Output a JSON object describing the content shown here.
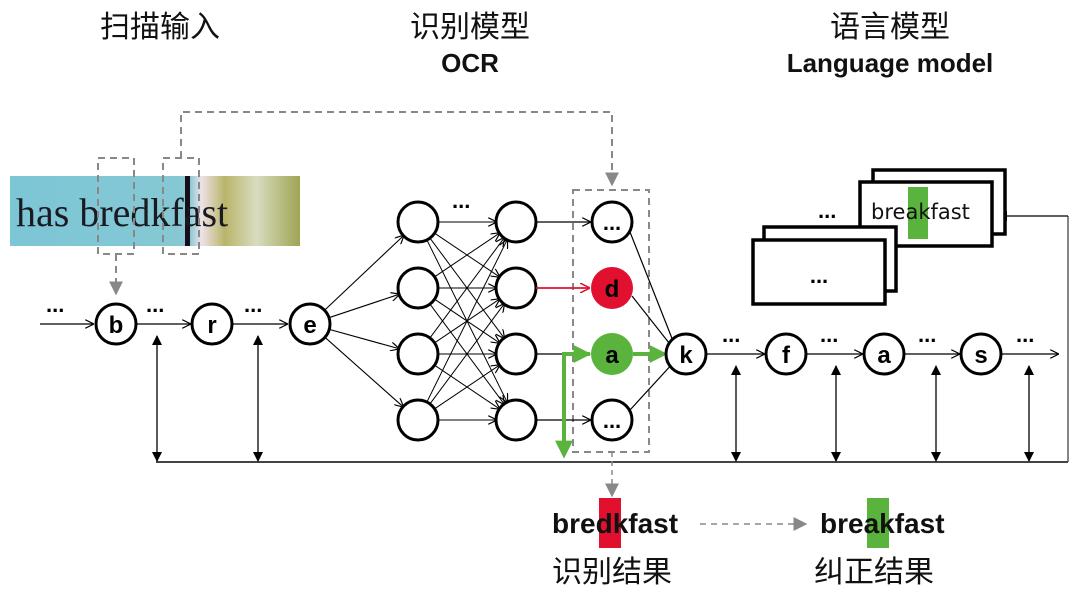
{
  "headers": {
    "scan": {
      "zh": "扫描输入"
    },
    "ocr": {
      "zh": "识别模型",
      "en": "OCR"
    },
    "lm": {
      "zh": "语言模型",
      "en": "Language model"
    }
  },
  "scan_image": {
    "text": "has bredkfast",
    "colors": {
      "left": "#7cc6d6",
      "right": "#a9a860"
    }
  },
  "input_sequence": {
    "nodes": [
      "b",
      "r",
      "e"
    ],
    "ellipsis": "..."
  },
  "ocr_network": {
    "ellipsis": "...",
    "output_nodes": [
      {
        "label": "...",
        "state": "normal"
      },
      {
        "label": "d",
        "state": "rejected"
      },
      {
        "label": "a",
        "state": "selected"
      },
      {
        "label": "...",
        "state": "normal"
      }
    ]
  },
  "output_sequence": {
    "nodes": [
      "k",
      "f",
      "a",
      "s"
    ],
    "ellipsis": "..."
  },
  "language_model": {
    "front_card_text_pre": "bre",
    "front_card_highlight": "a",
    "front_card_text_post": "kfast",
    "back_card_text": "...",
    "ellipsis": "..."
  },
  "results": {
    "recognized": {
      "pre": "bre",
      "highlight": "d",
      "post": "kfast",
      "label": "识别结果"
    },
    "corrected": {
      "pre": "bre",
      "highlight": "a",
      "post": "kfast",
      "label": "纠正结果"
    }
  },
  "colors": {
    "red": "#e0102e",
    "green": "#5ab33c",
    "dash": "#888888",
    "line": "#000000"
  }
}
